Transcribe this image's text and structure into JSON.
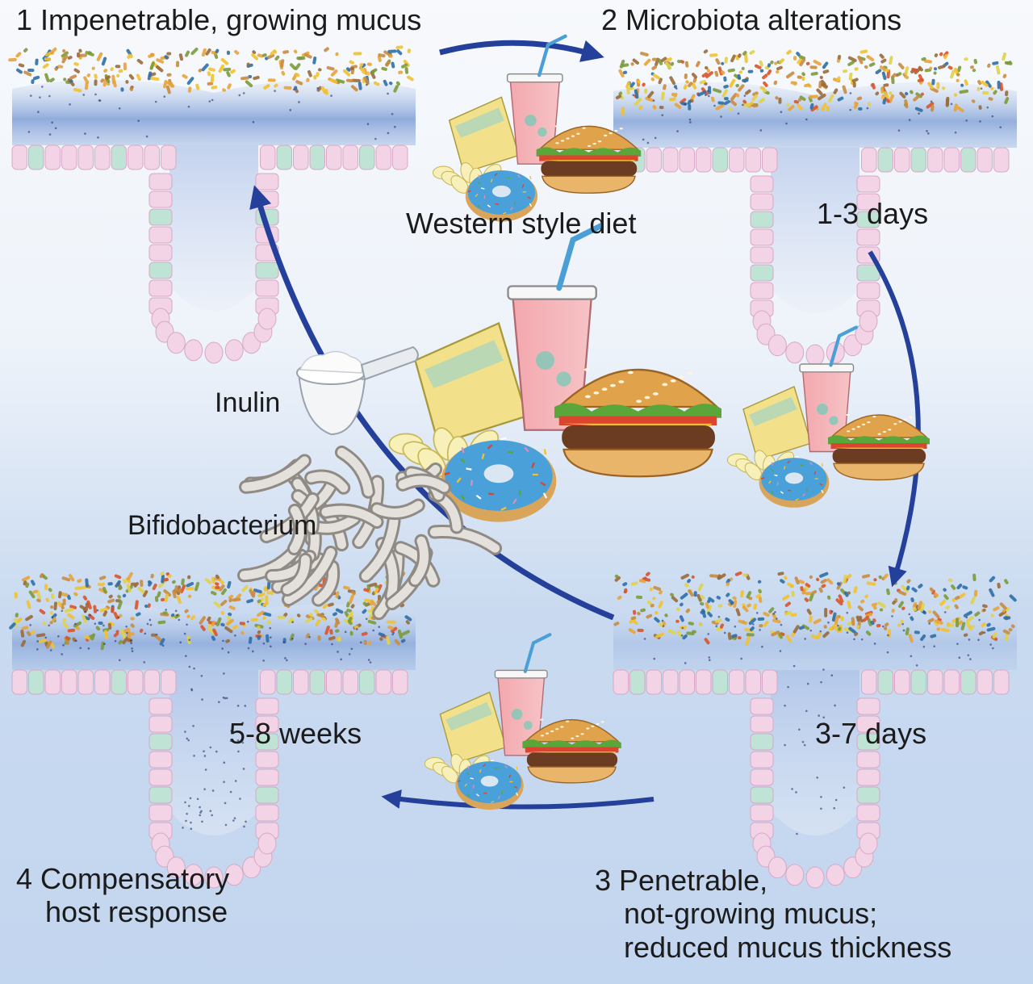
{
  "panels": {
    "p1": {
      "title": "1 Impenetrable, growing mucus"
    },
    "p2": {
      "title": "2 Microbiota alterations",
      "time": "1-3 days"
    },
    "p3": {
      "title_lines": [
        "3 Penetrable,",
        "not-growing mucus;",
        "reduced mucus thickness"
      ],
      "time": "3-7 days"
    },
    "p4": {
      "title_lines": [
        "4 Compensatory",
        "host response"
      ],
      "time": "5-8 weeks"
    }
  },
  "center": {
    "diet_label": "Western style diet",
    "inulin_label": "Inulin",
    "bifido_label": "Bifidobacterium"
  },
  "colors": {
    "arrow": "#24409a",
    "mucus": "#7f9fd6",
    "cell_pink": "#f3d3e6",
    "cell_green": "#bfe3d4"
  },
  "icons": [
    "fast-food-icon",
    "soda-cup-icon",
    "burger-icon",
    "donut-icon",
    "chips-icon",
    "inulin-scoop-icon",
    "bacteria-cluster-icon"
  ]
}
